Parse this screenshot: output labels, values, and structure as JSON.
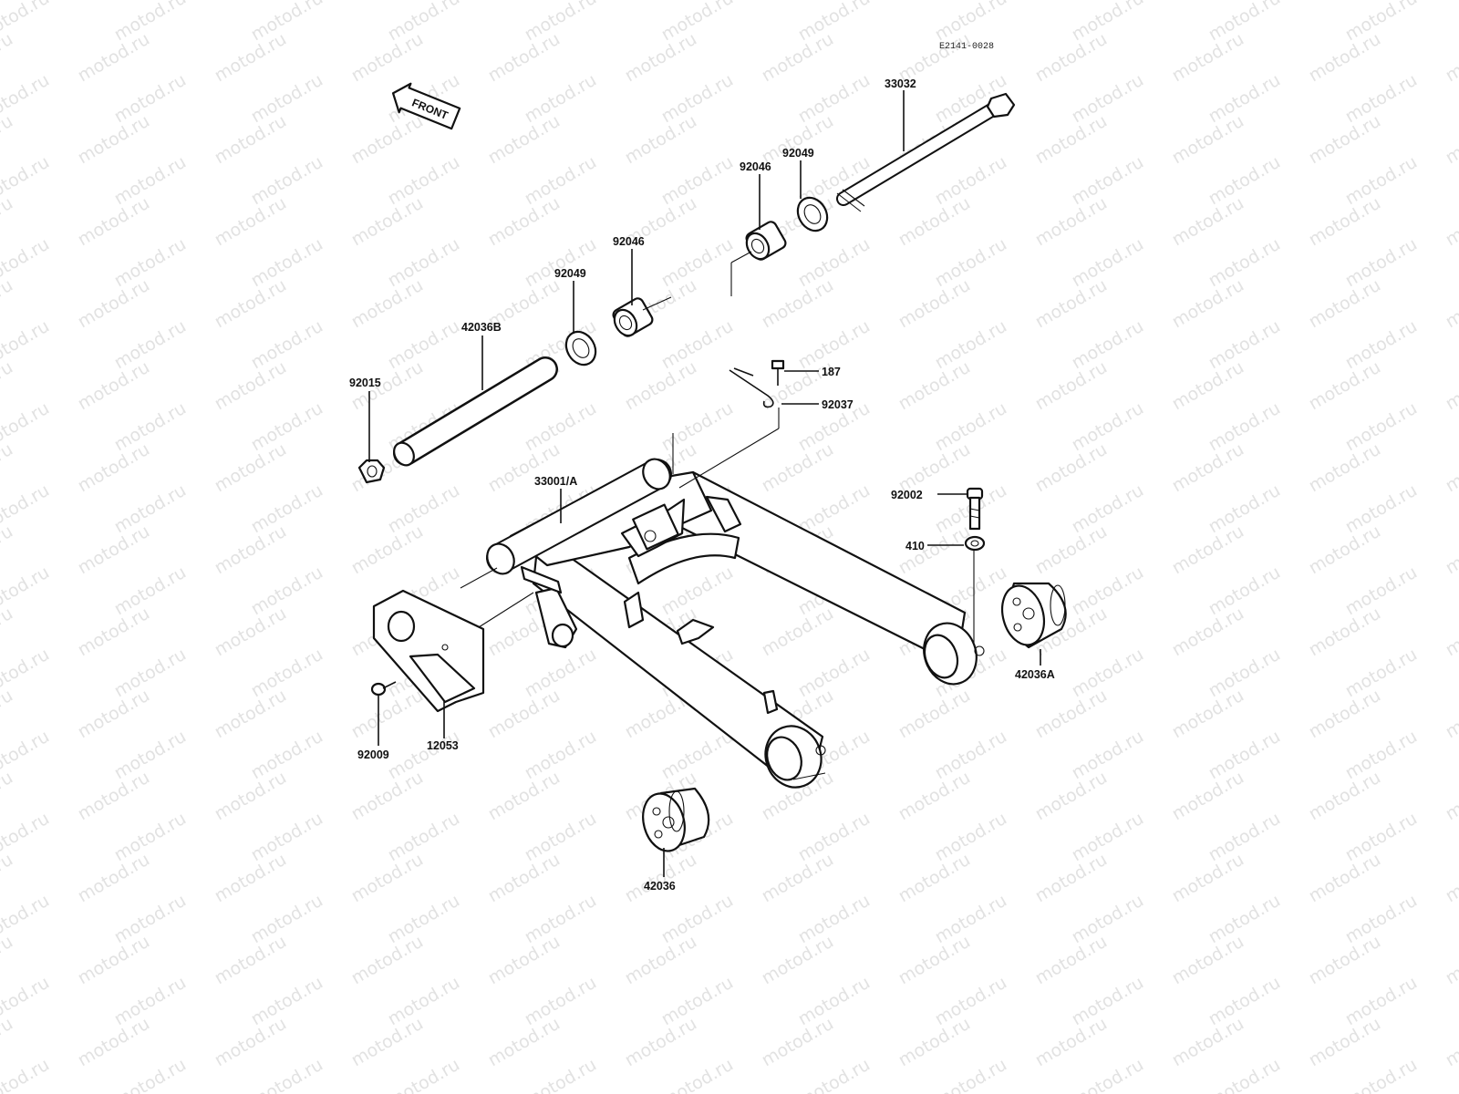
{
  "diagram": {
    "ref_code": "E2141-0028",
    "front_marker": "FRONT",
    "watermark": "motod.ru",
    "parts": [
      {
        "id": "p33032",
        "number": "33032"
      },
      {
        "id": "p92049a",
        "number": "92049"
      },
      {
        "id": "p92046a",
        "number": "92046"
      },
      {
        "id": "p92046b",
        "number": "92046"
      },
      {
        "id": "p92049b",
        "number": "92049"
      },
      {
        "id": "p42036b",
        "number": "42036B"
      },
      {
        "id": "p92015",
        "number": "92015"
      },
      {
        "id": "p187",
        "number": "187"
      },
      {
        "id": "p92037",
        "number": "92037"
      },
      {
        "id": "p33001",
        "number": "33001/A"
      },
      {
        "id": "p92002",
        "number": "92002"
      },
      {
        "id": "p410",
        "number": "410"
      },
      {
        "id": "p42036a",
        "number": "42036A"
      },
      {
        "id": "p92009",
        "number": "92009"
      },
      {
        "id": "p12053",
        "number": "12053"
      },
      {
        "id": "p42036",
        "number": "42036"
      }
    ]
  }
}
